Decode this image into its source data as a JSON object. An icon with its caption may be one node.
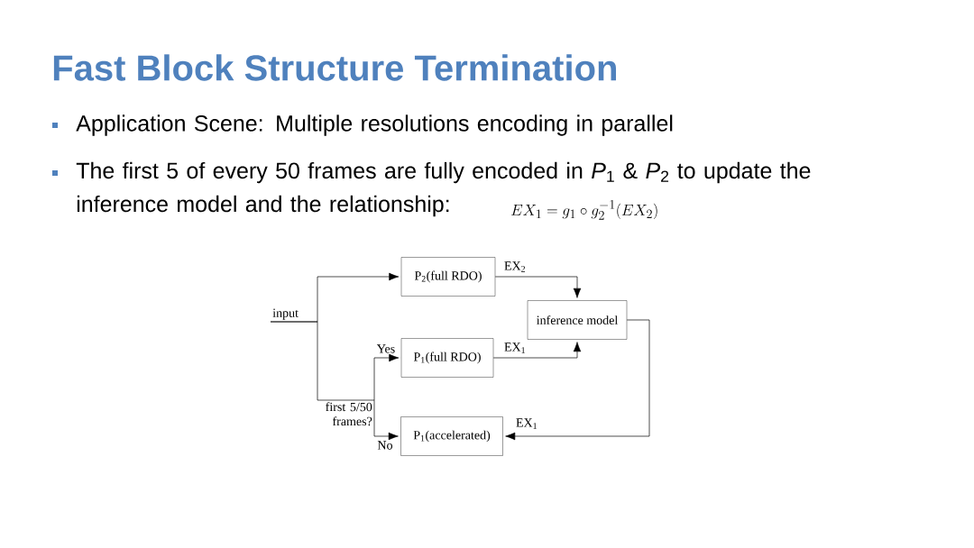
{
  "diagram": {
    "title": "Fast Block Structure Termination",
    "nodes": [
      {
        "text": [
          "input"
        ]
      },
      {
        "text": [
          "P$_{2}$(full RDO)"
        ]
      },
      {
        "text": [
          "inference model"
        ]
      },
      {
        "text": [
          "P$_{1}$(full RDO)"
        ]
      },
      {
        "text": [
          "first 5/50 frames?"
        ]
      },
      {
        "text": [
          "P$_{1}$(accelerated)"
        ]
      }
    ],
    "edges": [
      {
        "from": 0,
        "to": 1,
        "arrow": "to"
      },
      {
        "from": 0,
        "to": 4,
        "arrow": "none"
      },
      {
        "from": 4,
        "to": 3,
        "arrow": "to",
        "label": "Yes"
      },
      {
        "from": 4,
        "to": 5,
        "arrow": "to",
        "label": "No"
      },
      {
        "from": 1,
        "to": 2,
        "arrow": "to",
        "label": "EX$_{2}$"
      },
      {
        "from": 3,
        "to": 2,
        "arrow": "to",
        "label": "EX$_{1}$"
      },
      {
        "from": 2,
        "to": 5,
        "arrow": "to",
        "label": "EX$_{1}$"
      }
    ],
    "labels": [
      "Application Scene: Multiple resolutions encoding in parallel",
      "The first 5 of every 50 frames are fully encoded in *P*$_{1}$ & *P*$_{2}$ to update the inference model and the relationship:",
      "EX_1 = g_1 \\circ g_2^{-1}(EX_2)"
    ]
  }
}
